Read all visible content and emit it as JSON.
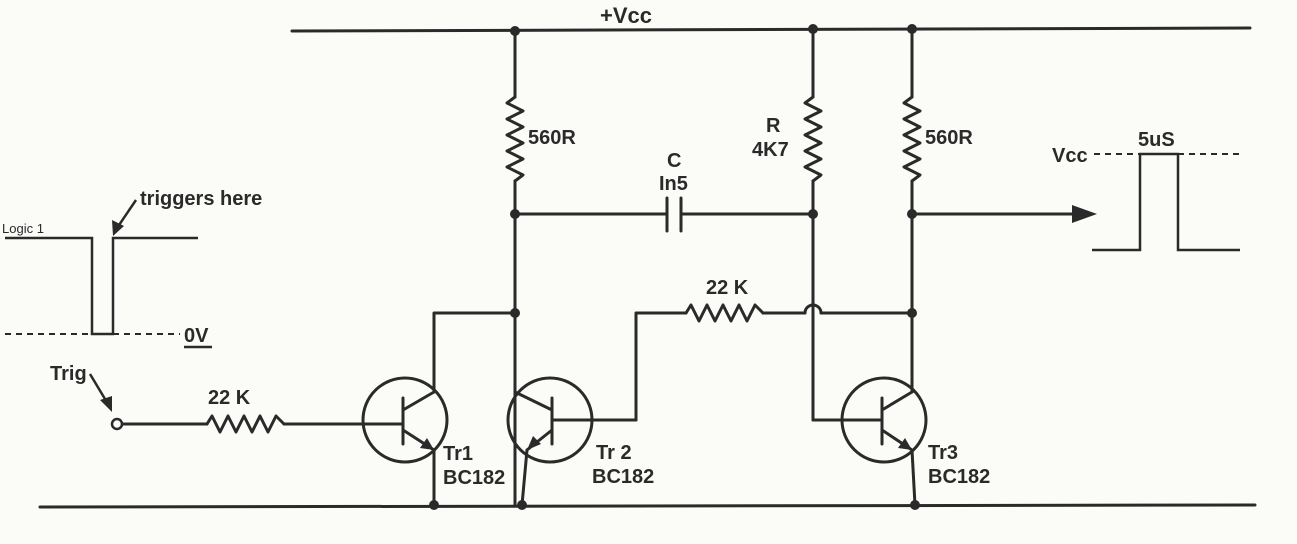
{
  "supply": {
    "vcc_label": "+Vcc"
  },
  "resistors": {
    "r1_value": "560R",
    "r_label": "R",
    "r_value": "4K7",
    "r3_value": "560R",
    "base_tr1_value": "22 K",
    "feedback_value": "22 K"
  },
  "capacitor": {
    "label": "C",
    "value": "In5"
  },
  "transistors": [
    {
      "name": "Tr1",
      "type": "BC182"
    },
    {
      "name": "Tr 2",
      "type": "BC182"
    },
    {
      "name": "Tr3",
      "type": "BC182"
    }
  ],
  "input": {
    "trigger_label": "Trig",
    "logic_label": "Logic 1",
    "zero_label": "0V",
    "note": "triggers here"
  },
  "output": {
    "level_label": "Vcc",
    "pulse_width": "5uS"
  }
}
